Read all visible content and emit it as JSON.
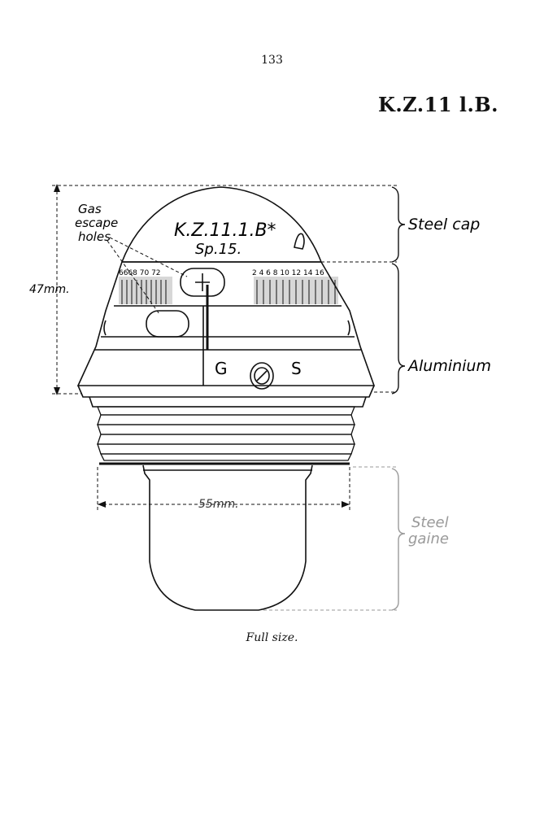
{
  "page_number": "133",
  "title": "K.Z.11 l.B.",
  "caption": "Full size.",
  "drawing": {
    "cap_marking_line1": "K.Z.11.1.B*",
    "cap_marking_line2": "Sp.15.",
    "callout_gas": [
      "Gas",
      "escape",
      "holes"
    ],
    "height_dimension": "47mm.",
    "width_dimension": "55mm.",
    "scale_left": "6668 70 72",
    "scale_right": "2 4 6 8 10 12 14 16",
    "letter_g": "G",
    "letter_s": "S",
    "section_labels": {
      "steel_cap": "Steel cap",
      "aluminium": "Aluminium",
      "steel_gaine_line1": "Steel",
      "steel_gaine_line2": "gaine"
    }
  },
  "colors": {
    "ink": "#111111",
    "faded_ink": "#9a9a9a"
  }
}
